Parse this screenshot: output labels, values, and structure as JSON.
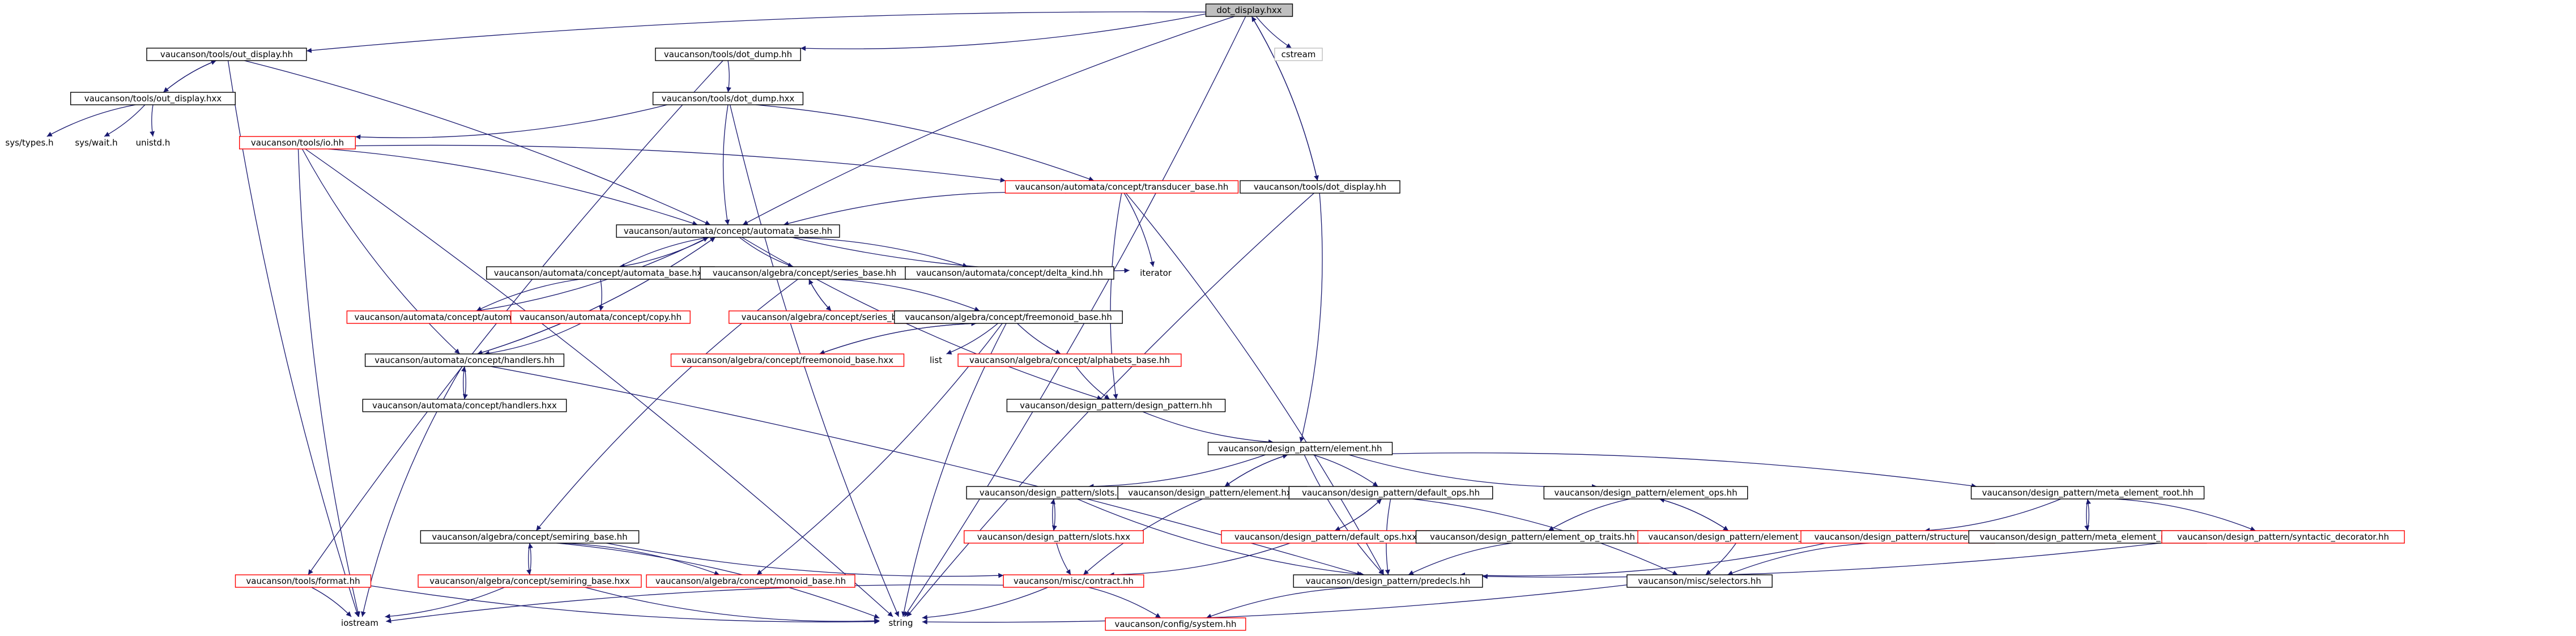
{
  "nodes": {
    "dot_display_hxx": {
      "label": "dot_display.hxx",
      "style": "root"
    },
    "tools_out_display_hh": {
      "label": "vaucanson/tools/out_display.hh",
      "style": "black"
    },
    "tools_dot_dump_hh": {
      "label": "vaucanson/tools/dot_dump.hh",
      "style": "black"
    },
    "cstream": {
      "label": "cstream",
      "style": "gray"
    },
    "tools_out_display_hxx": {
      "label": "vaucanson/tools/out_display.hxx",
      "style": "black"
    },
    "tools_dot_dump_hxx": {
      "label": "vaucanson/tools/dot_dump.hxx",
      "style": "black"
    },
    "sys_types": {
      "label": "sys/types.h",
      "style": "plain"
    },
    "sys_wait": {
      "label": "sys/wait.h",
      "style": "plain"
    },
    "unistd": {
      "label": "unistd.h",
      "style": "plain"
    },
    "tools_io_hh": {
      "label": "vaucanson/tools/io.hh",
      "style": "red"
    },
    "transducer_base_hh": {
      "label": "vaucanson/automata/concept/transducer_base.hh",
      "style": "red"
    },
    "tools_dot_display_hh": {
      "label": "vaucanson/tools/dot_display.hh",
      "style": "black"
    },
    "automata_base_hh": {
      "label": "vaucanson/automata/concept/automata_base.hh",
      "style": "black"
    },
    "iterator": {
      "label": "iterator",
      "style": "plain"
    },
    "automata_base_hxx": {
      "label": "vaucanson/automata/concept/automata_base.hxx",
      "style": "black"
    },
    "series_base_hh": {
      "label": "vaucanson/algebra/concept/series_base.hh",
      "style": "black"
    },
    "delta_kind_hh": {
      "label": "vaucanson/automata/concept/delta_kind.hh",
      "style": "black"
    },
    "automata_ops_hh": {
      "label": "vaucanson/automata/concept/automata_ops.hh",
      "style": "red"
    },
    "copy_hh": {
      "label": "vaucanson/automata/concept/copy.hh",
      "style": "red"
    },
    "series_base_hxx": {
      "label": "vaucanson/algebra/concept/series_base.hxx",
      "style": "red"
    },
    "freemonoid_base_hh": {
      "label": "vaucanson/algebra/concept/freemonoid_base.hh",
      "style": "black"
    },
    "handlers_hh": {
      "label": "vaucanson/automata/concept/handlers.hh",
      "style": "black"
    },
    "freemonoid_base_hxx": {
      "label": "vaucanson/algebra/concept/freemonoid_base.hxx",
      "style": "red"
    },
    "list": {
      "label": "list",
      "style": "plain"
    },
    "alphabets_base_hh": {
      "label": "vaucanson/algebra/concept/alphabets_base.hh",
      "style": "red"
    },
    "handlers_hxx": {
      "label": "vaucanson/automata/concept/handlers.hxx",
      "style": "black"
    },
    "design_pattern_hh": {
      "label": "vaucanson/design_pattern/design_pattern.hh",
      "style": "black"
    },
    "element_hh": {
      "label": "vaucanson/design_pattern/element.hh",
      "style": "black"
    },
    "slots_hh": {
      "label": "vaucanson/design_pattern/slots.hh",
      "style": "black"
    },
    "element_hxx": {
      "label": "vaucanson/design_pattern/element.hxx",
      "style": "black"
    },
    "default_ops_hh": {
      "label": "vaucanson/design_pattern/default_ops.hh",
      "style": "black"
    },
    "element_ops_hh": {
      "label": "vaucanson/design_pattern/element_ops.hh",
      "style": "black"
    },
    "meta_element_root_hh": {
      "label": "vaucanson/design_pattern/meta_element_root.hh",
      "style": "black"
    },
    "slots_hxx": {
      "label": "vaucanson/design_pattern/slots.hxx",
      "style": "red"
    },
    "default_ops_hxx": {
      "label": "vaucanson/design_pattern/default_ops.hxx",
      "style": "red"
    },
    "element_op_traits_hh": {
      "label": "vaucanson/design_pattern/element_op_traits.hh",
      "style": "black"
    },
    "element_ops_hxx": {
      "label": "vaucanson/design_pattern/element_ops.hxx",
      "style": "red"
    },
    "structure_hh": {
      "label": "vaucanson/design_pattern/structure.hh",
      "style": "red"
    },
    "meta_element_root_hxx": {
      "label": "vaucanson/design_pattern/meta_element_root.hxx",
      "style": "black"
    },
    "syntactic_decorator_hh": {
      "label": "vaucanson/design_pattern/syntactic_decorator.hh",
      "style": "red"
    },
    "semiring_base_hh": {
      "label": "vaucanson/algebra/concept/semiring_base.hh",
      "style": "black"
    },
    "semiring_base_hxx": {
      "label": "vaucanson/algebra/concept/semiring_base.hxx",
      "style": "red"
    },
    "monoid_base_hh": {
      "label": "vaucanson/algebra/concept/monoid_base.hh",
      "style": "red"
    },
    "tools_format_hh": {
      "label": "vaucanson/tools/format.hh",
      "style": "red"
    },
    "contract_hh": {
      "label": "vaucanson/misc/contract.hh",
      "style": "red"
    },
    "predecls_hh": {
      "label": "vaucanson/design_pattern/predecls.hh",
      "style": "black"
    },
    "selectors_hh": {
      "label": "vaucanson/misc/selectors.hh",
      "style": "black"
    },
    "iostream": {
      "label": "iostream",
      "style": "plain"
    },
    "string": {
      "label": "string",
      "style": "plain"
    },
    "config_system_hh": {
      "label": "vaucanson/config/system.hh",
      "style": "red"
    }
  },
  "edges": [
    [
      "dot_display_hxx",
      "tools_out_display_hh"
    ],
    [
      "dot_display_hxx",
      "tools_dot_dump_hh"
    ],
    [
      "dot_display_hxx",
      "cstream"
    ],
    [
      "dot_display_hxx",
      "tools_dot_display_hh"
    ],
    [
      "dot_display_hxx",
      "automata_base_hh"
    ],
    [
      "dot_display_hxx",
      "string"
    ],
    [
      "tools_out_display_hh",
      "tools_out_display_hxx"
    ],
    [
      "tools_out_display_hh",
      "automata_base_hh"
    ],
    [
      "tools_out_display_hh",
      "iostream"
    ],
    [
      "tools_out_display_hxx",
      "tools_out_display_hh"
    ],
    [
      "tools_out_display_hxx",
      "sys_types"
    ],
    [
      "tools_out_display_hxx",
      "sys_wait"
    ],
    [
      "tools_out_display_hxx",
      "unistd"
    ],
    [
      "tools_dot_dump_hh",
      "tools_dot_dump_hxx"
    ],
    [
      "tools_dot_dump_hh",
      "tools_format_hh"
    ],
    [
      "tools_dot_dump_hxx",
      "tools_io_hh"
    ],
    [
      "tools_dot_dump_hxx",
      "automata_base_hh"
    ],
    [
      "tools_dot_dump_hxx",
      "transducer_base_hh"
    ],
    [
      "tools_dot_dump_hxx",
      "string"
    ],
    [
      "tools_io_hh",
      "automata_base_hh"
    ],
    [
      "tools_io_hh",
      "handlers_hh"
    ],
    [
      "tools_io_hh",
      "transducer_base_hh"
    ],
    [
      "tools_io_hh",
      "iostream"
    ],
    [
      "tools_io_hh",
      "string"
    ],
    [
      "transducer_base_hh",
      "automata_base_hh"
    ],
    [
      "transducer_base_hh",
      "iterator"
    ],
    [
      "transducer_base_hh",
      "design_pattern_hh"
    ],
    [
      "transducer_base_hh",
      "predecls_hh"
    ],
    [
      "tools_dot_display_hh",
      "dot_display_hxx"
    ],
    [
      "tools_dot_display_hh",
      "element_hh"
    ],
    [
      "tools_dot_display_hh",
      "string"
    ],
    [
      "automata_base_hh",
      "automata_base_hxx"
    ],
    [
      "automata_base_hh",
      "series_base_hh"
    ],
    [
      "automata_base_hh",
      "delta_kind_hh"
    ],
    [
      "automata_base_hh",
      "iterator"
    ],
    [
      "automata_base_hh",
      "handlers_hh"
    ],
    [
      "automata_base_hh",
      "design_pattern_hh"
    ],
    [
      "automata_base_hxx",
      "automata_base_hh"
    ],
    [
      "automata_base_hxx",
      "automata_ops_hh"
    ],
    [
      "automata_base_hxx",
      "copy_hh"
    ],
    [
      "automata_ops_hh",
      "automata_base_hh"
    ],
    [
      "copy_hh",
      "handlers_hh"
    ],
    [
      "series_base_hh",
      "series_base_hxx"
    ],
    [
      "series_base_hh",
      "freemonoid_base_hh"
    ],
    [
      "series_base_hh",
      "semiring_base_hh"
    ],
    [
      "series_base_hxx",
      "series_base_hh"
    ],
    [
      "freemonoid_base_hh",
      "freemonoid_base_hxx"
    ],
    [
      "freemonoid_base_hh",
      "list"
    ],
    [
      "freemonoid_base_hh",
      "alphabets_base_hh"
    ],
    [
      "freemonoid_base_hh",
      "monoid_base_hh"
    ],
    [
      "freemonoid_base_hh",
      "string"
    ],
    [
      "freemonoid_base_hxx",
      "freemonoid_base_hh"
    ],
    [
      "alphabets_base_hh",
      "design_pattern_hh"
    ],
    [
      "handlers_hh",
      "handlers_hxx"
    ],
    [
      "handlers_hh",
      "automata_base_hh"
    ],
    [
      "handlers_hh",
      "predecls_hh"
    ],
    [
      "handlers_hh",
      "iostream"
    ],
    [
      "handlers_hxx",
      "handlers_hh"
    ],
    [
      "design_pattern_hh",
      "element_hh"
    ],
    [
      "element_hh",
      "slots_hh"
    ],
    [
      "element_hh",
      "element_hxx"
    ],
    [
      "element_hh",
      "default_ops_hh"
    ],
    [
      "element_hh",
      "element_ops_hh"
    ],
    [
      "element_hh",
      "meta_element_root_hh"
    ],
    [
      "element_hh",
      "predecls_hh"
    ],
    [
      "element_hxx",
      "element_hh"
    ],
    [
      "element_hxx",
      "contract_hh"
    ],
    [
      "slots_hh",
      "slots_hxx"
    ],
    [
      "slots_hh",
      "predecls_hh"
    ],
    [
      "slots_hxx",
      "slots_hh"
    ],
    [
      "slots_hxx",
      "contract_hh"
    ],
    [
      "default_ops_hh",
      "default_ops_hxx"
    ],
    [
      "default_ops_hh",
      "predecls_hh"
    ],
    [
      "default_ops_hh",
      "selectors_hh"
    ],
    [
      "default_ops_hxx",
      "default_ops_hh"
    ],
    [
      "default_ops_hxx",
      "contract_hh"
    ],
    [
      "element_ops_hh",
      "element_op_traits_hh"
    ],
    [
      "element_ops_hh",
      "element_ops_hxx"
    ],
    [
      "element_ops_hxx",
      "element_ops_hh"
    ],
    [
      "element_ops_hxx",
      "selectors_hh"
    ],
    [
      "element_op_traits_hh",
      "predecls_hh"
    ],
    [
      "meta_element_root_hh",
      "structure_hh"
    ],
    [
      "meta_element_root_hh",
      "meta_element_root_hxx"
    ],
    [
      "meta_element_root_hh",
      "syntactic_decorator_hh"
    ],
    [
      "meta_element_root_hxx",
      "meta_element_root_hh"
    ],
    [
      "structure_hh",
      "predecls_hh"
    ],
    [
      "structure_hh",
      "selectors_hh"
    ],
    [
      "syntactic_decorator_hh",
      "predecls_hh"
    ],
    [
      "semiring_base_hh",
      "semiring_base_hxx"
    ],
    [
      "semiring_base_hh",
      "monoid_base_hh"
    ],
    [
      "semiring_base_hh",
      "contract_hh"
    ],
    [
      "semiring_base_hh",
      "string"
    ],
    [
      "semiring_base_hxx",
      "semiring_base_hh"
    ],
    [
      "semiring_base_hxx",
      "iostream"
    ],
    [
      "semiring_base_hxx",
      "string"
    ],
    [
      "tools_format_hh",
      "iostream"
    ],
    [
      "tools_format_hh",
      "string"
    ],
    [
      "contract_hh",
      "config_system_hh"
    ],
    [
      "contract_hh",
      "iostream"
    ],
    [
      "contract_hh",
      "string"
    ],
    [
      "predecls_hh",
      "config_system_hh"
    ],
    [
      "selectors_hh",
      "string"
    ]
  ]
}
